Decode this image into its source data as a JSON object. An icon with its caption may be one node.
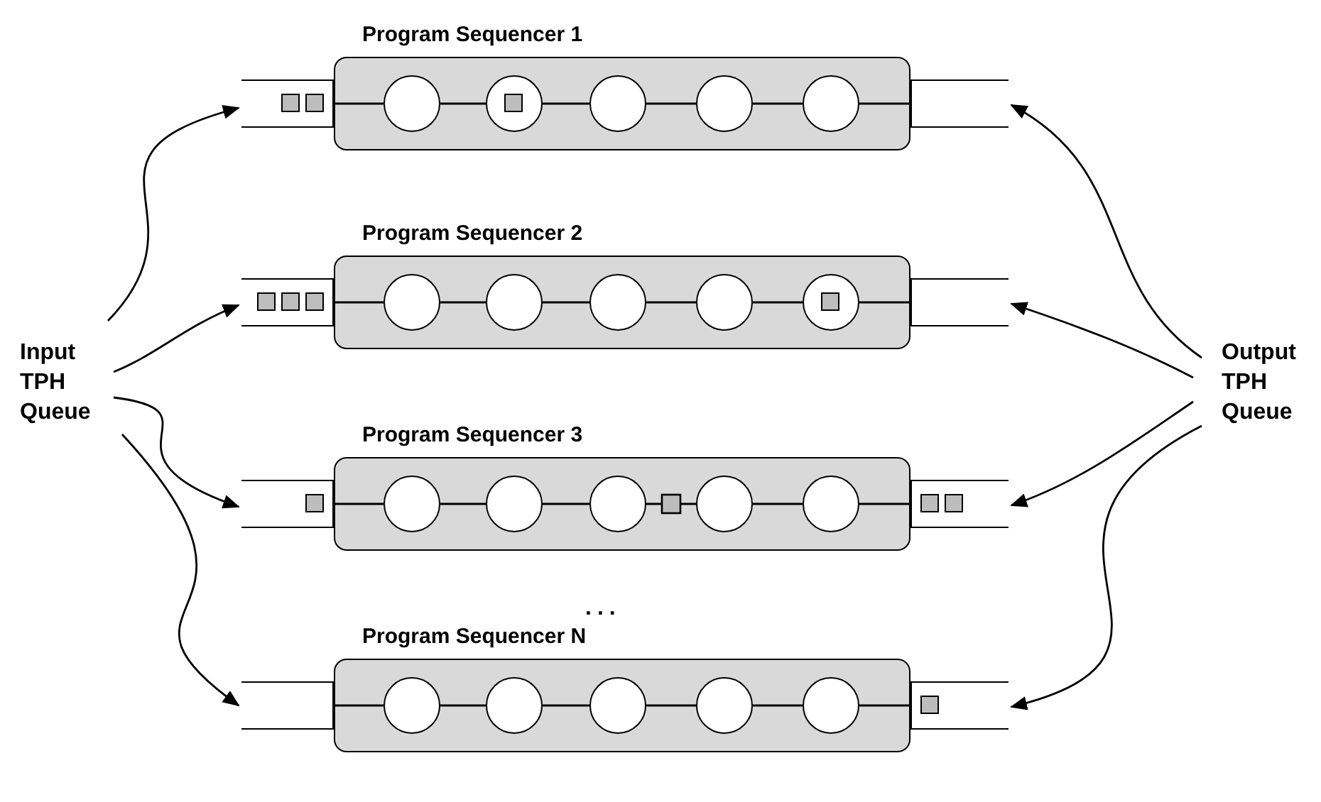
{
  "diagram": {
    "nodes": [
      {
        "text": [
          "Input TPH Queue"
        ]
      },
      {
        "text": [
          "Program Sequencer 1"
        ]
      },
      {
        "text": [],
        "shape": "box"
      },
      {
        "text": [],
        "shape": "circle",
        "in": 1
      },
      {
        "text": [],
        "shape": "circle",
        "in": 1
      },
      {
        "text": [],
        "shape": "circle",
        "in": 1
      },
      {
        "text": [],
        "shape": "circle",
        "in": 1
      },
      {
        "text": [],
        "shape": "circle",
        "in": 1
      },
      {
        "text": [],
        "shape": "box"
      },
      {
        "text": [
          "Program Sequencer 2"
        ]
      },
      {
        "text": [],
        "shape": "box"
      },
      {
        "text": [],
        "shape": "circle",
        "in": 9
      },
      {
        "text": [],
        "shape": "circle",
        "in": 9
      },
      {
        "text": [],
        "shape": "circle",
        "in": 9
      },
      {
        "text": [],
        "shape": "circle",
        "in": 9
      },
      {
        "text": [],
        "shape": "circle",
        "in": 9
      },
      {
        "text": [],
        "shape": "box"
      },
      {
        "text": [
          "Program Sequencer 3"
        ]
      },
      {
        "text": [],
        "shape": "box"
      },
      {
        "text": [],
        "shape": "circle",
        "in": 17
      },
      {
        "text": [],
        "shape": "circle",
        "in": 17
      },
      {
        "text": [],
        "shape": "circle",
        "in": 17
      },
      {
        "text": [],
        "shape": "circle",
        "in": 17
      },
      {
        "text": [],
        "shape": "circle",
        "in": 17
      },
      {
        "text": [],
        "shape": "box"
      },
      {
        "text": [
          "Program Sequencer N"
        ]
      },
      {
        "text": [],
        "shape": "box"
      },
      {
        "text": [],
        "shape": "circle",
        "in": 25
      },
      {
        "text": [],
        "shape": "circle",
        "in": 25
      },
      {
        "text": [],
        "shape": "circle",
        "in": 25
      },
      {
        "text": [],
        "shape": "circle",
        "in": 25
      },
      {
        "text": [],
        "shape": "circle",
        "in": 25
      },
      {
        "text": [],
        "shape": "box"
      },
      {
        "text": [
          "Output TPH Queue"
        ]
      }
    ],
    "edges": [
      {
        "from": 0,
        "to": 2,
        "arrow": "to"
      },
      {
        "from": 0,
        "to": 10,
        "arrow": "to"
      },
      {
        "from": 0,
        "to": 18,
        "arrow": "to"
      },
      {
        "from": 0,
        "to": 26,
        "arrow": "to"
      },
      {
        "from": 2,
        "to": 3,
        "arrow": "none"
      },
      {
        "from": 3,
        "to": 4,
        "arrow": "none"
      },
      {
        "from": 4,
        "to": 5,
        "arrow": "none"
      },
      {
        "from": 5,
        "to": 6,
        "arrow": "none"
      },
      {
        "from": 6,
        "to": 7,
        "arrow": "none"
      },
      {
        "from": 7,
        "to": 8,
        "arrow": "none"
      },
      {
        "from": 10,
        "to": 11,
        "arrow": "none"
      },
      {
        "from": 11,
        "to": 12,
        "arrow": "none"
      },
      {
        "from": 12,
        "to": 13,
        "arrow": "none"
      },
      {
        "from": 13,
        "to": 14,
        "arrow": "none"
      },
      {
        "from": 14,
        "to": 15,
        "arrow": "none"
      },
      {
        "from": 15,
        "to": 16,
        "arrow": "none"
      },
      {
        "from": 18,
        "to": 19,
        "arrow": "none"
      },
      {
        "from": 19,
        "to": 20,
        "arrow": "none"
      },
      {
        "from": 20,
        "to": 21,
        "arrow": "none"
      },
      {
        "from": 21,
        "to": 22,
        "arrow": "none"
      },
      {
        "from": 22,
        "to": 23,
        "arrow": "none"
      },
      {
        "from": 23,
        "to": 24,
        "arrow": "none"
      },
      {
        "from": 26,
        "to": 27,
        "arrow": "none"
      },
      {
        "from": 27,
        "to": 28,
        "arrow": "none"
      },
      {
        "from": 28,
        "to": 29,
        "arrow": "none"
      },
      {
        "from": 29,
        "to": 30,
        "arrow": "none"
      },
      {
        "from": 30,
        "to": 31,
        "arrow": "none"
      },
      {
        "from": 31,
        "to": 32,
        "arrow": "none"
      },
      {
        "from": 33,
        "to": 8,
        "arrow": "to"
      },
      {
        "from": 33,
        "to": 16,
        "arrow": "to"
      },
      {
        "from": 33,
        "to": 24,
        "arrow": "to"
      },
      {
        "from": 33,
        "to": 32,
        "arrow": "to"
      }
    ],
    "labels": [
      "..."
    ]
  }
}
